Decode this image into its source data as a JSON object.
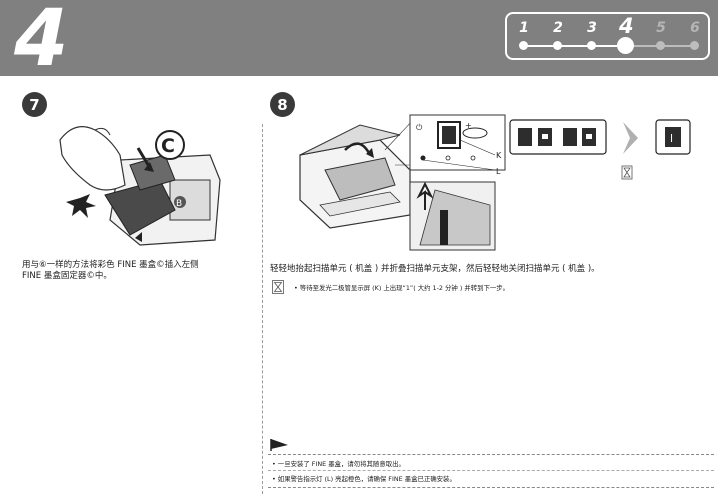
{
  "header": {
    "step_number": "4",
    "progress_steps": [
      "1",
      "2",
      "3",
      "4",
      "5",
      "6"
    ],
    "current_step": 4
  },
  "step7": {
    "badge": "7",
    "callout": "C",
    "text_line1": "用与⑥一样的方法将彩色 FINE 墨盒©插入左侧",
    "text_line2": "FINE 墨盒固定器©中。"
  },
  "step8": {
    "badge": "8",
    "label_k": "K",
    "label_l": "L",
    "panel_digit": "l",
    "text": "轻轻地抬起扫描单元 ( 机盖 ) 并折叠扫描单元支架，然后轻轻地关闭扫描单元 ( 机盖 )。",
    "wait_note": "• 等待至发光二极管显示屏 (K) 上出现“1”( 大约 1-2 分钟 ) 并转到下一步。"
  },
  "notes": {
    "note1": "• 一旦安装了 FINE 墨盒，请勿将其随意取出。",
    "note2": "• 如果警告指示灯 (L) 亮起橙色，请确保 FINE 墨盒已正确安装。"
  },
  "colors": {
    "header_bg": "#808080",
    "badge_bg": "#3a3a3a",
    "arrow_gray": "#b0b0b0"
  }
}
